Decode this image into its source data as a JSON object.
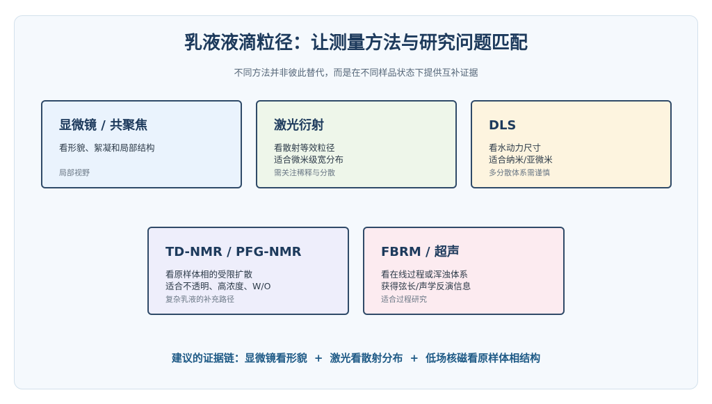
{
  "header": {
    "title": "乳液液滴粒径：让测量方法与研究问题匹配",
    "subtitle": "不同方法并非彼此替代，而是在不同样品状态下提供互补证据"
  },
  "methods": [
    {
      "title": "显微镜 / 共聚焦",
      "lines": [
        "看形貌、絮凝和局部结构"
      ],
      "note": "局部视野",
      "fill": "#eaf3fd"
    },
    {
      "title": "激光衍射",
      "lines": [
        "看散射等效粒径",
        "适合微米级宽分布"
      ],
      "note": "需关注稀释与分散",
      "fill": "#eef6ea"
    },
    {
      "title": "DLS",
      "lines": [
        "看水动力尺寸",
        "适合纳米/亚微米"
      ],
      "note": "多分散体系需谨慎",
      "fill": "#fdf4df"
    },
    {
      "title": "TD-NMR / PFG-NMR",
      "lines": [
        "看原样体相的受限扩散",
        "适合不透明、高浓度、W/O"
      ],
      "note": "复杂乳液的补充路径",
      "fill": "#eeeefb"
    },
    {
      "title": "FBRM / 超声",
      "lines": [
        "看在线过程或浑浊体系",
        "获得弦长/声学反演信息"
      ],
      "note": "适合过程研究",
      "fill": "#fcebf0"
    }
  ],
  "evidence_chain": {
    "prefix": "建议的证据链：",
    "steps": [
      "显微镜看形貌",
      "激光看散射分布",
      "低场核磁看原样体相结构"
    ],
    "separator": "+"
  },
  "colors": {
    "title": "#1d3a5c",
    "border": "#2f4a68",
    "chain": "#1e5a86",
    "frame_bg": "#f5f9fd"
  }
}
